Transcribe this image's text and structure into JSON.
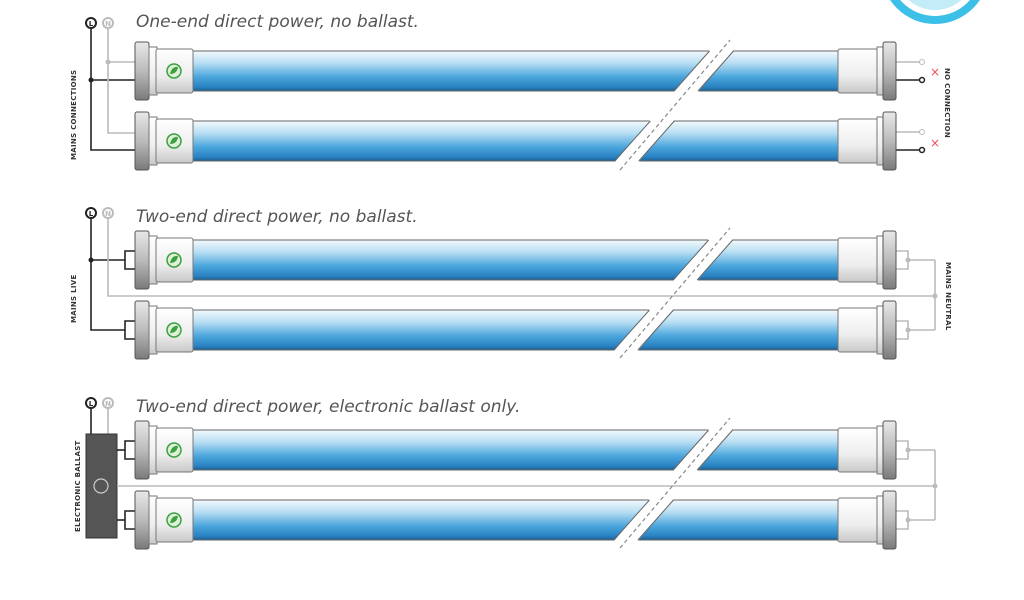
{
  "sections": [
    {
      "caption": "One-end direct power, no ballast.",
      "terminal_live": "L",
      "terminal_neutral": "N",
      "left_label": "MAINS CONNECTIONS",
      "right_label": "NO CONNECTION",
      "right_marker": "×"
    },
    {
      "caption": "Two-end direct power, no ballast.",
      "terminal_live": "L",
      "terminal_neutral": "N",
      "left_label": "MAINS LIVE",
      "right_label": "MAINS NEUTRAL"
    },
    {
      "caption": "Two-end direct power, electronic ballast only.",
      "terminal_live": "L",
      "terminal_neutral": "N",
      "left_label": "ELECTRONIC BALLAST"
    }
  ],
  "colors": {
    "tube_blue": "#2f8fd0",
    "live_wire": "#222222",
    "neutral_wire": "#bbbbbb",
    "no_connection_mark": "#e05060",
    "ballast_box": "#555555",
    "led_icon": "#3aa040",
    "logo": "#3cc0e8"
  },
  "icons": {
    "tube_cap": "led-leaf-icon",
    "ballast": "lamp-icon",
    "logo": "company-badge-logo"
  }
}
